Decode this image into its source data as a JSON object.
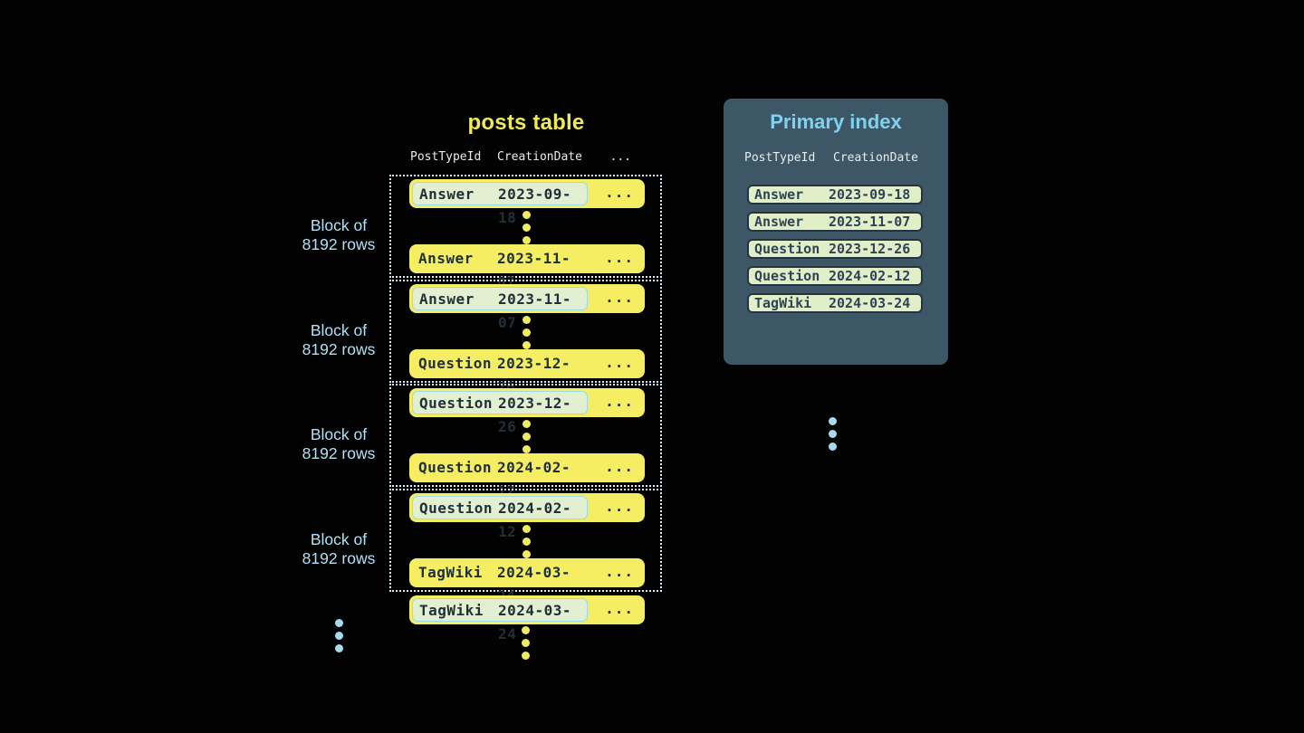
{
  "table": {
    "title": "posts table",
    "columns": [
      "PostTypeId",
      "CreationDate"
    ],
    "ellipsis": "...",
    "block_label": {
      "line1": "Block of",
      "line2": "8192 rows"
    },
    "blocks": [
      {
        "first": {
          "type": "Answer",
          "date": "2023-09-18",
          "highlighted": true
        },
        "last": {
          "type": "Answer",
          "date": "2023-11-07",
          "highlighted": false
        }
      },
      {
        "first": {
          "type": "Answer",
          "date": "2023-11-07",
          "highlighted": true
        },
        "last": {
          "type": "Question",
          "date": "2023-12-26",
          "highlighted": false
        }
      },
      {
        "first": {
          "type": "Question",
          "date": "2023-12-26",
          "highlighted": true
        },
        "last": {
          "type": "Question",
          "date": "2024-02-12",
          "highlighted": false
        }
      },
      {
        "first": {
          "type": "Question",
          "date": "2024-02-12",
          "highlighted": true
        },
        "last": {
          "type": "TagWiki",
          "date": "2024-03-24",
          "highlighted": false
        }
      }
    ],
    "trailing_row": {
      "type": "TagWiki",
      "date": "2024-03-24",
      "highlighted": true
    }
  },
  "index": {
    "title": "Primary index",
    "columns": [
      "PostTypeId",
      "CreationDate"
    ],
    "rows": [
      {
        "type": "Answer",
        "date": "2023-09-18"
      },
      {
        "type": "Answer",
        "date": "2023-11-07"
      },
      {
        "type": "Question",
        "date": "2023-12-26"
      },
      {
        "type": "Question",
        "date": "2024-02-12"
      },
      {
        "type": "TagWiki",
        "date": "2024-03-24"
      }
    ]
  },
  "colors": {
    "background": "#020202",
    "row_yellow": "#f5ee63",
    "title_yellow": "#f0ea58",
    "highlight_green": "#e2efd1",
    "highlight_border_blue": "#9ed8ec",
    "panel_slate": "#3e5766",
    "index_row_green": "#e1efc8",
    "light_blue_text": "#aee1f6",
    "panel_title_blue": "#7ed2f0",
    "dotted_border": "#d8edf8"
  }
}
